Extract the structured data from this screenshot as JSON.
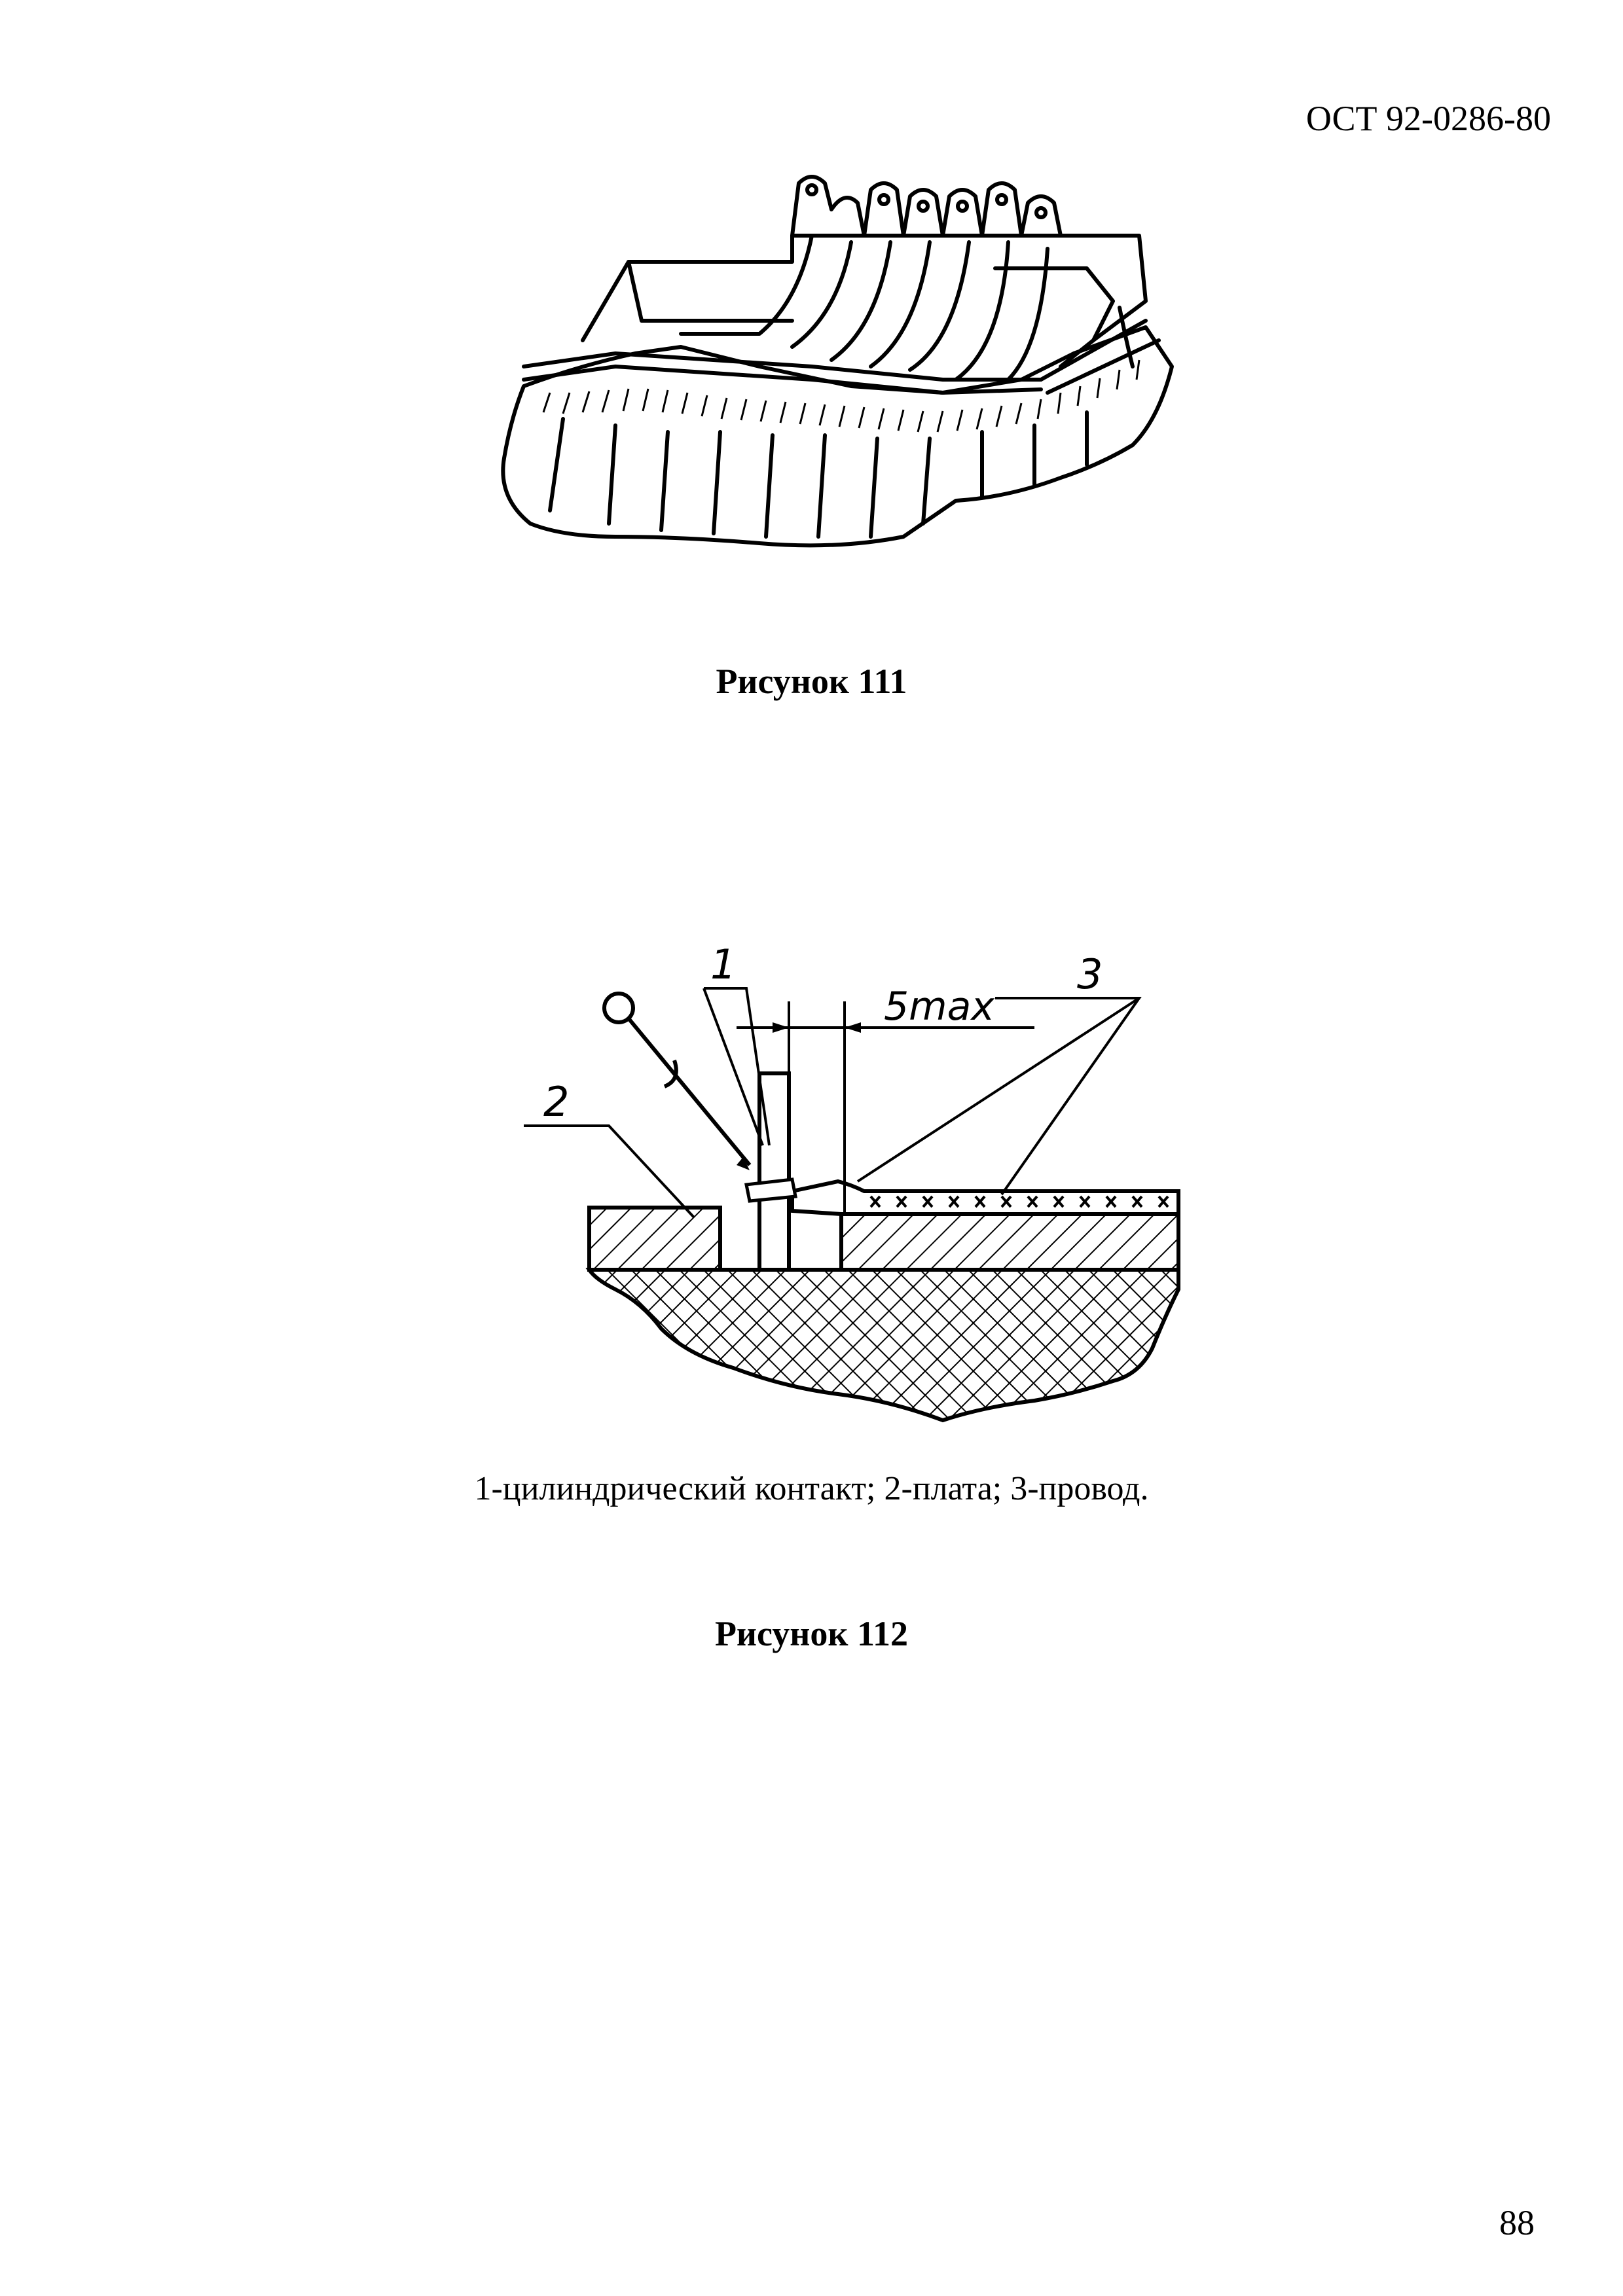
{
  "header": {
    "doc_code": "ОСТ 92-0286-80"
  },
  "figure111": {
    "caption": "Рисунок 111"
  },
  "figure112": {
    "caption": "Рисунок 112",
    "label_1": "1",
    "label_2": "2",
    "label_3": "3",
    "dimension": "5max",
    "legend": "1-цилиндрический контакт; 2-плата; 3-провод."
  },
  "footer": {
    "page_number": "88"
  }
}
